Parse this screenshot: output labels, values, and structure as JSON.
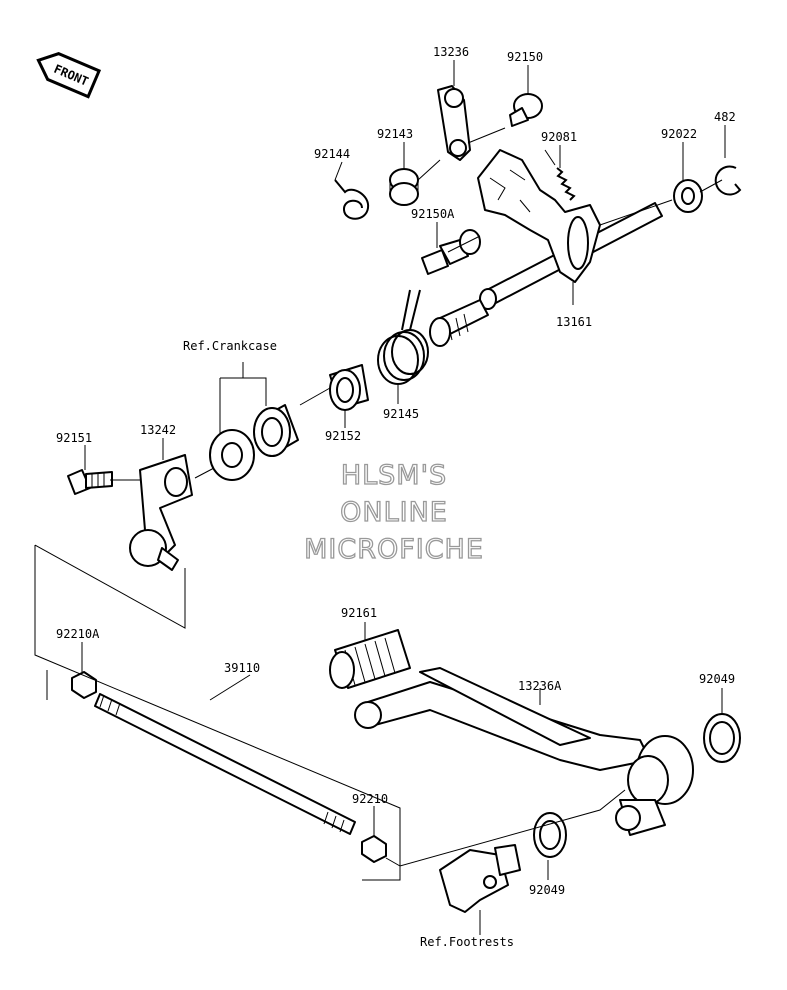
{
  "front_tag": "FRONT",
  "watermark": {
    "line1": "HLSM'S",
    "line2": "ONLINE",
    "line3": "MICROFICHE"
  },
  "labels": {
    "p13236": "13236",
    "p92150": "92150",
    "p482": "482",
    "p92143": "92143",
    "p92081": "92081",
    "p92022": "92022",
    "p92144": "92144",
    "p92150A": "92150A",
    "p13161": "13161",
    "ref_crankcase": "Ref.Crankcase",
    "p92145": "92145",
    "p92152": "92152",
    "p92151": "92151",
    "p13242": "13242",
    "p92161": "92161",
    "p92210A": "92210A",
    "p39110": "39110",
    "p13236A": "13236A",
    "p92049a": "92049",
    "p92210": "92210",
    "p92049b": "92049",
    "ref_footrests": "Ref.Footrests"
  }
}
